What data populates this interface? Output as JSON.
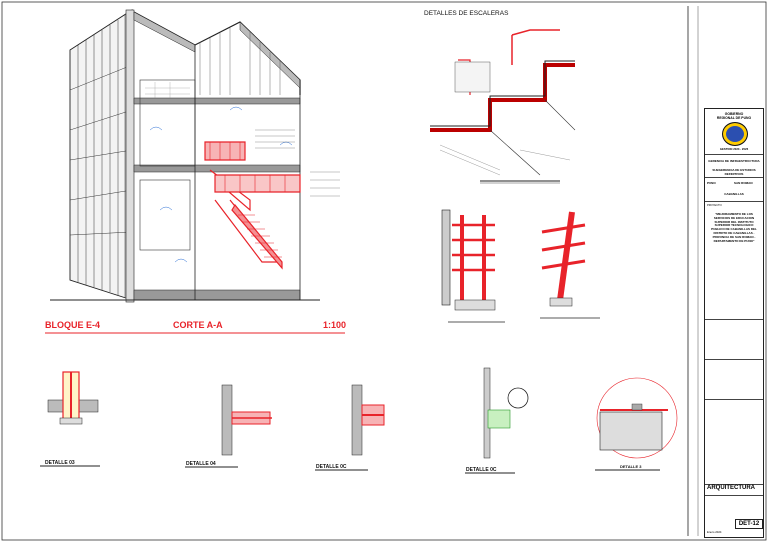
{
  "sheet": {
    "stairs_title": "DETALLES DE ESCALERAS",
    "block_label": "BLOQUE E-4",
    "section_label": "CORTE A-A",
    "scale_label": "1:100"
  },
  "details": {
    "d03": "DETALLE 03",
    "d04": "DETALLE 04",
    "d0c1": "DETALLE 0C",
    "d0c2": "DETALLE 0C",
    "dk": "DETALLE 3"
  },
  "title_block": {
    "org_line1": "GOBIERNO",
    "org_line2": "REGIONAL DE PUNO",
    "period": "GESTION 2023 - 2026",
    "agency1": "GERENCIA DE INFRAESTRUCTURA",
    "agency2": "SUBGERENCIA DE ESTUDIOS DEFINITIVOS",
    "region": "PUNO",
    "province": "SAN ROMAN",
    "district": "CABANILLAS",
    "project_heading": "PROYECTO:",
    "project": "\"MEJORAMIENTO DE LOS SERVICIOS DE EDUCACION SUPERIOR DEL INSTITUTO SUPERIOR TECNOLOGICO PUBLICO DE CABANILLAS DEL DISTRITO DE CABANILLAS - PROVINCIA DE SAN ROMAN - DEPARTAMENTO DE PUNO\"",
    "discipline": "ARQUITECTURA",
    "sheet_code": "DET-12",
    "date": "Enero 2024"
  },
  "colors": {
    "accent": "#e8232a",
    "line": "#1a1a1a",
    "blue": "#2b6fd6"
  }
}
